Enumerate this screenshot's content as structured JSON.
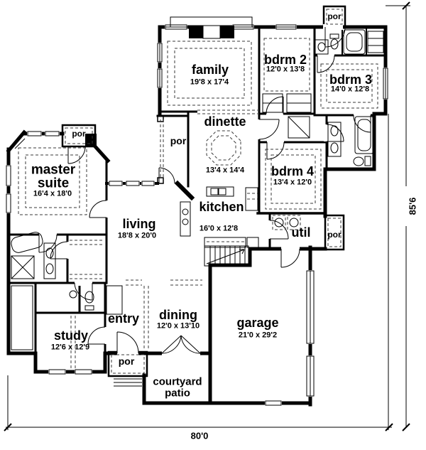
{
  "colors": {
    "ink": "#000000",
    "paper": "#ffffff"
  },
  "por_label": "por",
  "rooms": {
    "family": {
      "name": "family",
      "dims": "19'8 x 17'4"
    },
    "bdrm2": {
      "name": "bdrm 2",
      "dims": "12'0 x 13'8"
    },
    "bdrm3": {
      "name": "bdrm 3",
      "dims": "14'0 x 12'8"
    },
    "dinette": {
      "name": "dinette",
      "dims": "13'4 x 14'4"
    },
    "bdrm4": {
      "name": "bdrm 4",
      "dims": "13'4 x 12'0"
    },
    "master": {
      "name_line1": "master",
      "name_line2": "suite",
      "dims": "16'4 x 18'0"
    },
    "living": {
      "name": "living",
      "dims": "18'8 x 20'0"
    },
    "kitchen": {
      "name": "kitchen",
      "dims": "16'0 x 12'8"
    },
    "util": {
      "name": "util"
    },
    "entry": {
      "name": "entry"
    },
    "study": {
      "name": "study",
      "dims": "12'6 x 12'9"
    },
    "dining": {
      "name": "dining",
      "dims": "12'0 x 13'10"
    },
    "garage": {
      "name": "garage",
      "dims": "21'0 x 29'2"
    },
    "courtyard": {
      "name_line1": "courtyard",
      "name_line2": "patio"
    }
  },
  "overall_dimensions": {
    "width": "80'0",
    "height": "85'6"
  }
}
